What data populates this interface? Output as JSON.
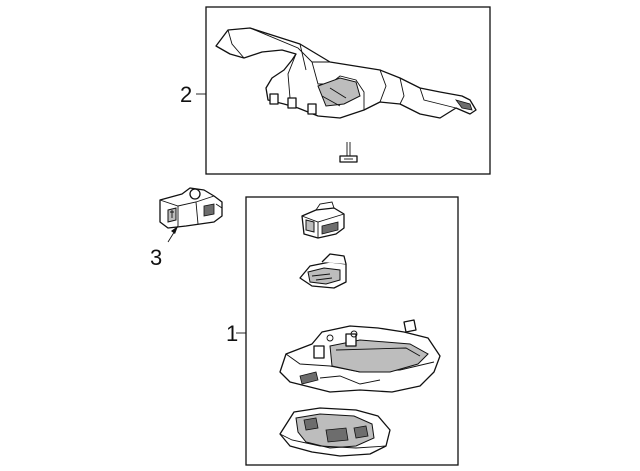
{
  "callouts": {
    "part_1": "1",
    "part_2": "2",
    "part_3": "3"
  },
  "colors": {
    "line": "#111111",
    "background": "#ffffff",
    "shade": "#bdbdbd"
  }
}
